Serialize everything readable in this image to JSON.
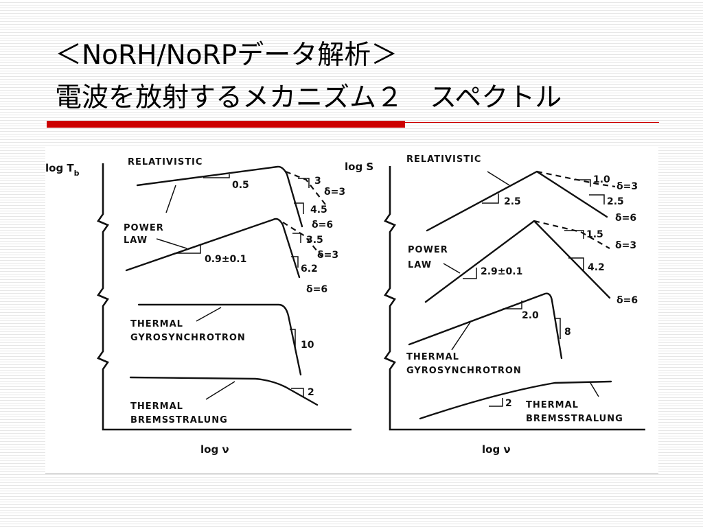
{
  "slide": {
    "title_line1": "＜NoRH/NoRPデータ解析＞",
    "title_line2": "電波を放射するメカニズム２　スペクトル"
  },
  "figure": {
    "left_panel": {
      "y_axis_label": "log T",
      "y_axis_subscript": "b",
      "x_axis_label": "log ν",
      "relativistic_label": "RELATIVISTIC",
      "relativistic_slope": "0.5",
      "relativistic_slope_d3": "3",
      "relativistic_slope_d6": "4.5",
      "power_law_label_1": "POWER",
      "power_law_label_2": "LAW",
      "power_law_slope": "0.9±0.1",
      "power_law_slope_d3": "3.5",
      "power_law_slope_d6": "6.2",
      "delta3": "δ=3",
      "delta6": "δ=6",
      "thermal_gyro_label_1": "THERMAL",
      "thermal_gyro_label_2": "GYROSYNCHROTRON",
      "thermal_gyro_slope": "10",
      "bremss_label_1": "THERMAL",
      "bremss_label_2": "BREMSSTRALUNG",
      "bremss_slope": "2"
    },
    "right_panel": {
      "y_axis_label": "log S",
      "x_axis_label": "log ν",
      "relativistic_label": "RELATIVISTIC",
      "relativistic_slope": "2.5",
      "relativistic_slope_d3": "1.0",
      "relativistic_slope_d6": "2.5",
      "power_law_label_1": "POWER",
      "power_law_label_2": "LAW",
      "power_law_slope": "2.9±0.1",
      "power_law_slope_d3": "1.5",
      "power_law_slope_d6": "4.2",
      "delta3": "δ=3",
      "delta6": "δ=6",
      "thermal_gyro_label_1": "THERMAL",
      "thermal_gyro_label_2": "GYROSYNCHROTRON",
      "thermal_gyro_slope_1": "2.0",
      "thermal_gyro_slope_2": "8",
      "bremss_label_1": "THERMAL",
      "bremss_label_2": "BREMSSTRALUNG",
      "bremss_slope": "2"
    }
  }
}
